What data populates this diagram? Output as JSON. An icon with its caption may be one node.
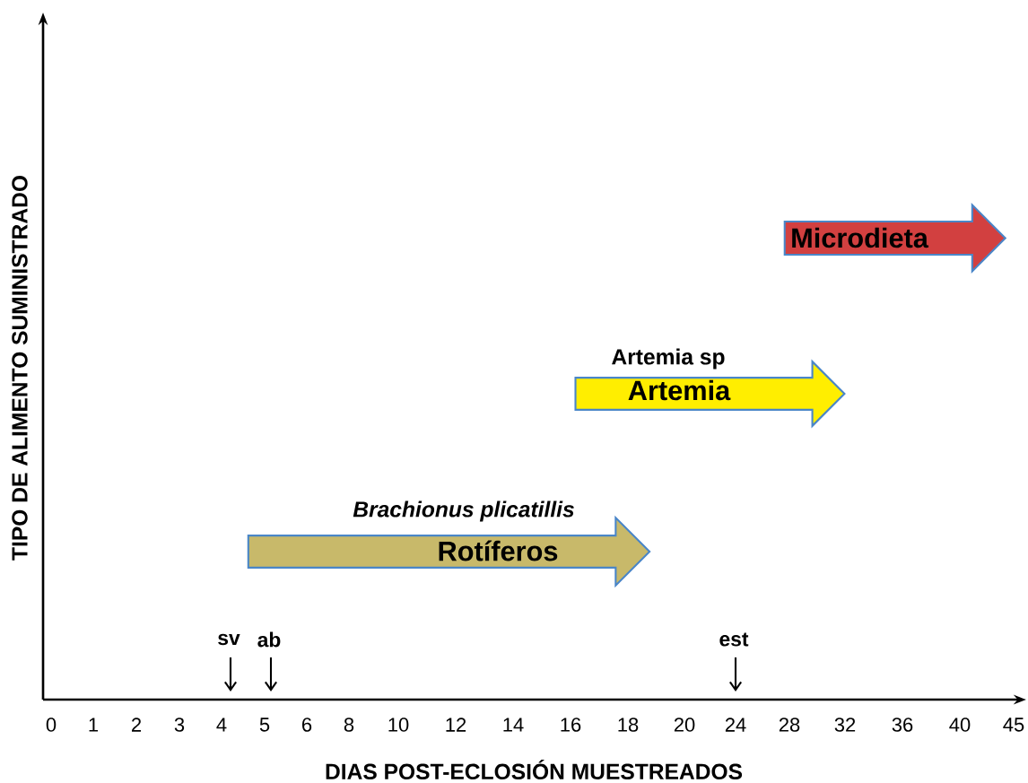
{
  "diagram": {
    "nodes": [
      {
        "text": [
          "Microdieta"
        ]
      },
      {
        "text": [
          "Artemia sp",
          "Artemia"
        ]
      },
      {
        "text": [
          "Brachionus plicatillis",
          "Rotíferos"
        ]
      }
    ],
    "labels": [
      "TIPO DE ALIMENTO SUMINISTRADO",
      "sv",
      "ab",
      "est",
      "0",
      "1",
      "2",
      "3",
      "4",
      "5",
      "6",
      "8",
      "10",
      "12",
      "14",
      "16",
      "18",
      "20",
      "24",
      "28",
      "32",
      "36",
      "40",
      "45",
      "DIAS POST-ECLOSIÓN  MUESTREADOS"
    ]
  }
}
